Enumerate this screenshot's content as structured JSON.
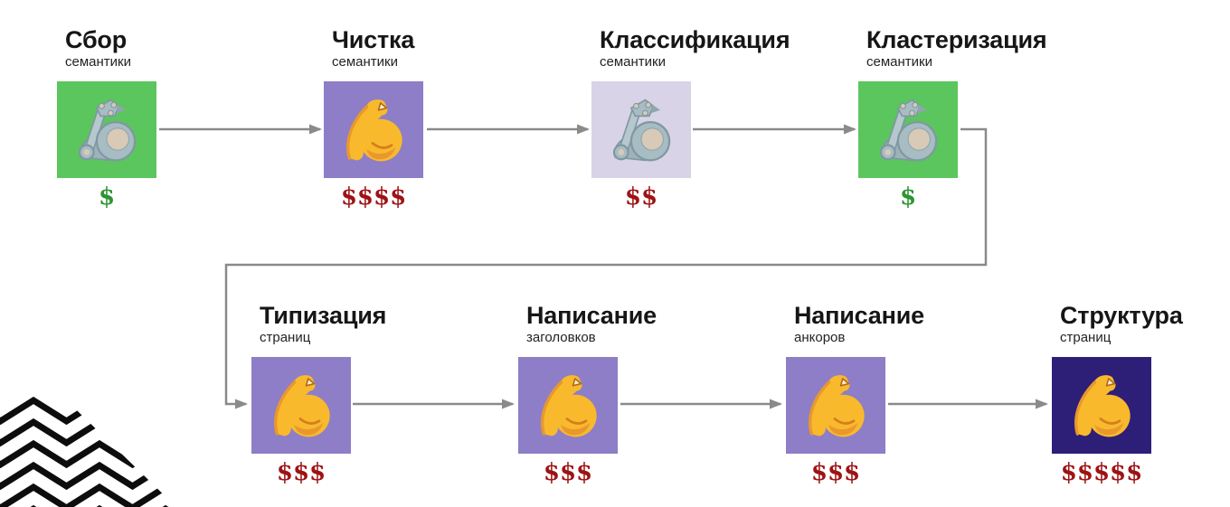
{
  "diagram": {
    "steps": [
      {
        "title": "Сбор",
        "subtitle": "семантики",
        "icon": "mechanical-arm",
        "box_color": "#5bc55e",
        "cost": "$",
        "cost_color": "#2e9433"
      },
      {
        "title": "Чистка",
        "subtitle": "семантики",
        "icon": "flexed-biceps",
        "box_color": "#8d7ec7",
        "cost": "$$$$",
        "cost_color": "#9e1315"
      },
      {
        "title": "Классификация",
        "subtitle": "семантики",
        "icon": "mechanical-arm",
        "box_color": "#d9d3e8",
        "cost": "$$",
        "cost_color": "#9e1315"
      },
      {
        "title": "Кластеризация",
        "subtitle": "семантики",
        "icon": "mechanical-arm",
        "box_color": "#5bc55e",
        "cost": "$",
        "cost_color": "#2e9433"
      },
      {
        "title": "Типизация",
        "subtitle": "страниц",
        "icon": "flexed-biceps",
        "box_color": "#8d7ec7",
        "cost": "$$$",
        "cost_color": "#9e1315"
      },
      {
        "title": "Написание",
        "subtitle": "заголовков",
        "icon": "flexed-biceps",
        "box_color": "#8d7ec7",
        "cost": "$$$",
        "cost_color": "#9e1315"
      },
      {
        "title": "Написание",
        "subtitle": "анкоров",
        "icon": "flexed-biceps",
        "box_color": "#8d7ec7",
        "cost": "$$$",
        "cost_color": "#9e1315"
      },
      {
        "title": "Структура",
        "subtitle": "страниц",
        "icon": "flexed-biceps",
        "box_color": "#2d1f78",
        "cost": "$$$$$",
        "cost_color": "#9e1315"
      }
    ],
    "connector_color": "#8a8a8a",
    "zigzag_color": "#0d0d0d"
  }
}
